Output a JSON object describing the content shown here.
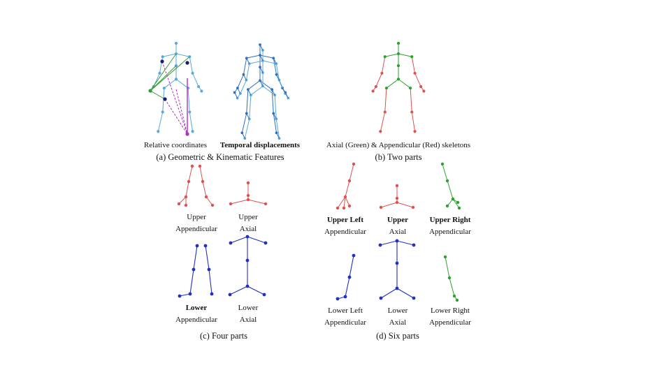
{
  "panel_a": {
    "label_relative": "Relative coordinates",
    "label_temporal": "Temporal displacements",
    "caption": "(a) Geometric & Kinematic Features"
  },
  "panel_b": {
    "label": "Axial (Green) & Appendicular (Red) skeletons",
    "caption": "(b) Two parts"
  },
  "panel_c": {
    "upper_appendicular": [
      "Upper",
      "Appendicular"
    ],
    "upper_axial": [
      "Upper",
      "Axial"
    ],
    "lower_appendicular": [
      "Lower",
      "Appendicular"
    ],
    "lower_axial": [
      "Lower",
      "Axial"
    ],
    "caption": "(c) Four parts"
  },
  "panel_d": {
    "upper_left": [
      "Upper Left",
      "Appendicular"
    ],
    "upper_axial": [
      "Upper",
      "Axial"
    ],
    "upper_right": [
      "Upper Right",
      "Appendicular"
    ],
    "lower_left": [
      "Lower Left",
      "Appendicular"
    ],
    "lower_axial": [
      "Lower",
      "Axial"
    ],
    "lower_right": [
      "Lower Right",
      "Appendicular"
    ],
    "caption": "(d) Six parts"
  },
  "colors": {
    "light_blue": "#5aa9dc",
    "mid_blue": "#2f6fc2",
    "dark_navy": "#1a1a6e",
    "green": "#2ea02e",
    "red": "#e05050",
    "blue": "#2030c0",
    "magenta": "#b030c0"
  }
}
